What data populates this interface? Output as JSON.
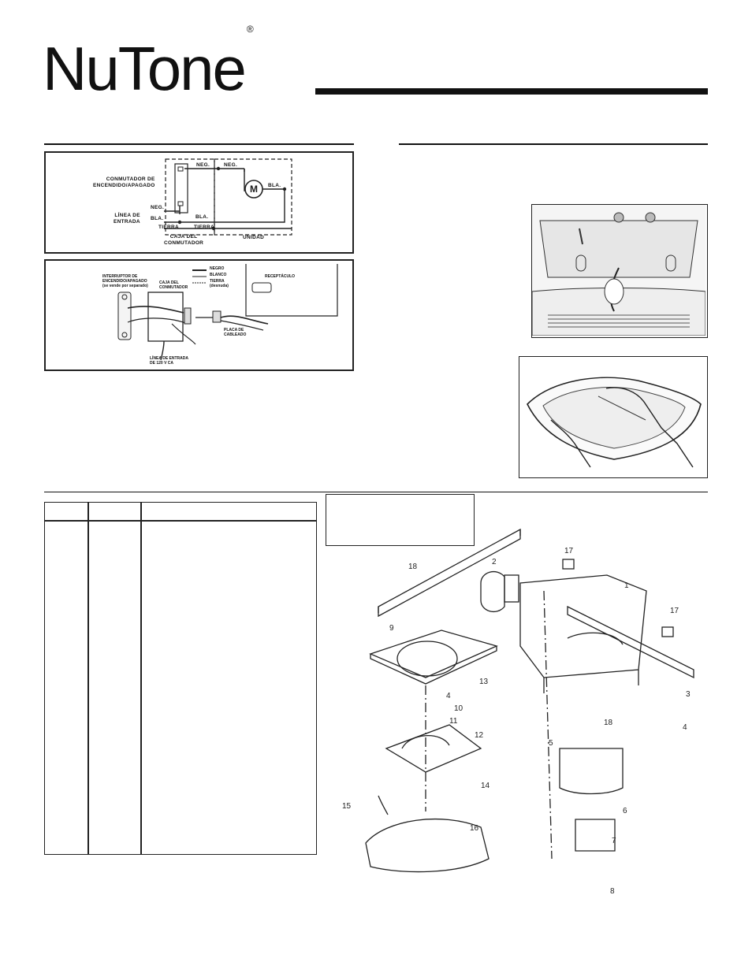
{
  "brand": {
    "name": "NuTone",
    "mark": "®"
  },
  "wiring_schematic": {
    "switch_label": "CONMUTADOR DE\nENCENDIDO/APAGADO",
    "line_in_label": "LÍNEA DE\nENTRADA",
    "neg_1": "NEG.",
    "bla_1": "BLA.",
    "tierra_1": "TIERRA",
    "neg_2": "NEG.",
    "neg_3": "NEG.",
    "bla_2": "BLA.",
    "bla_3": "BLA.",
    "tierra_2": "TIERRA",
    "motor": "M",
    "box_label": "CAJA DEL\nCONMUTADOR",
    "unit_label": "UNIDAD"
  },
  "wiring_pictorial": {
    "switch_label": "INTERRUPTOR DE\nENCENDIDO/APAGADO\n(se vende por separado)",
    "box_label": "CAJA DEL\nCONMUTADOR",
    "legend": [
      "NEGRO",
      "BLANCO",
      "TIERRA\n(desnuda)"
    ],
    "receptacle": "RECEPTÁCULO",
    "plate": "PLACA DE\nCABLEADO",
    "line_in": "LÍNEA DE ENTRADA\nDE 120 V CA"
  },
  "callouts": [
    "18",
    "2",
    "17",
    "1",
    "17",
    "9",
    "13",
    "4",
    "3",
    "4",
    "10",
    "11",
    "18",
    "12",
    "5",
    "14",
    "6",
    "15",
    "16",
    "7",
    "8"
  ]
}
